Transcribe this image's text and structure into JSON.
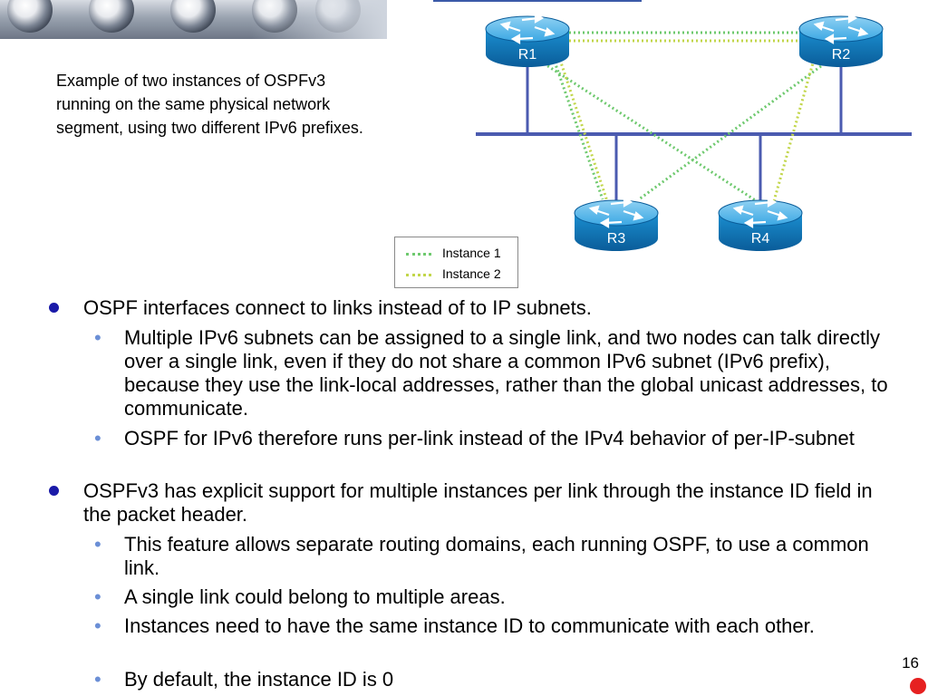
{
  "caption": "Example of two instances of OSPFv3 running on the same physical network segment, using two different IPv6 prefixes.",
  "routers": [
    {
      "label": "R1"
    },
    {
      "label": "R2"
    },
    {
      "label": "R3"
    },
    {
      "label": "R4"
    }
  ],
  "legend": [
    {
      "label": "Instance 1",
      "color": "#6ec96e"
    },
    {
      "label": "Instance 2",
      "color": "#c2d64a"
    }
  ],
  "colors": {
    "segment": "#4b5bb0",
    "router": "#1b8fd0",
    "bullet_l1": "#1a1aa8",
    "bullet_l2": "#6b8fd6",
    "page_marker": "#e62020"
  },
  "bullets": [
    {
      "text": "OSPF interfaces connect to links instead of to IP subnets.",
      "level": 1
    },
    {
      "text": "Multiple IPv6 subnets can be assigned to a single link, and two nodes can talk directly over a single link, even if they do not share a common IPv6 subnet (IPv6 prefix), because they use the link-local addresses, rather than the global unicast addresses, to communicate.",
      "level": 2
    },
    {
      "text": "OSPF for IPv6 therefore runs per-link instead of the IPv4 behavior of per-IP-subnet",
      "level": 2
    },
    {
      "text": "OSPFv3 has explicit support for multiple instances per link through the instance ID field in the packet header.",
      "level": 1
    },
    {
      "text": "This feature allows separate routing domains, each running OSPF, to use a common link.",
      "level": 2
    },
    {
      "text": "A single link could belong to multiple areas.",
      "level": 2
    },
    {
      "text": "Instances need to have the same instance ID to communicate with each other.",
      "level": 2
    },
    {
      "text": "By default, the instance ID is 0",
      "level": 2
    }
  ],
  "page_number": "16"
}
